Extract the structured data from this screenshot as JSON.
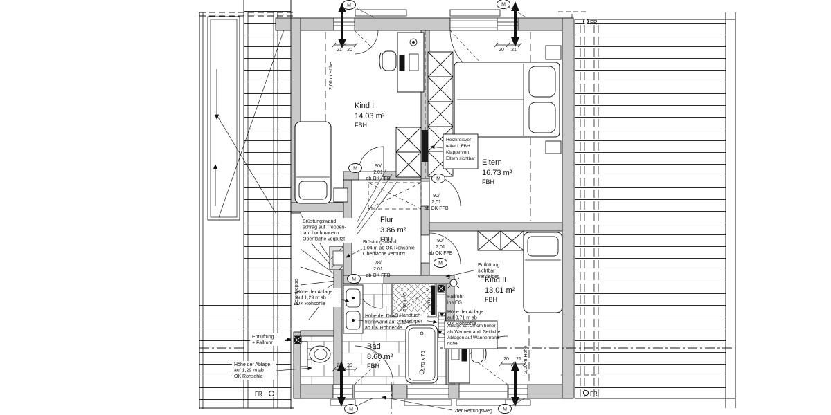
{
  "plan": {
    "rooms": {
      "kind1": {
        "name": "Kind I",
        "area": "14.03 m²",
        "heat": "FBH"
      },
      "eltern": {
        "name": "Eltern",
        "area": "16.73 m²",
        "heat": "FBH"
      },
      "flur": {
        "name": "Flur",
        "area": "3.86 m²",
        "heat": "FBH"
      },
      "kind2": {
        "name": "Kind II",
        "area": "13.01 m²",
        "heat": "FBH"
      },
      "bad": {
        "name": "Bad",
        "area": "8.60 m²",
        "heat": "FBH"
      }
    },
    "doors": {
      "d90": [
        "90/",
        "2,01",
        "ab OK FFB"
      ],
      "d78": [
        "78/",
        "2,01",
        "ab OK FFB"
      ]
    },
    "annotations": {
      "bruestung_treppe": [
        "Brüstungswand",
        "schräg auf Treppen-",
        "lauf hochmauern",
        "Oberfläche verputzt"
      ],
      "bruestung_rohsohle": [
        "Brüstungswand",
        "1,04 m ab OK Rohsohle",
        "Oberfläche verputzt"
      ],
      "betontreppe": "-Betontreppe-",
      "ablage_129": [
        "Höhe der Ablage",
        "auf 1,29 m ab",
        "OK Rohsohle"
      ],
      "dusch_trennwand": [
        "Höhe der Dusch-",
        "trennwand auf 2,12 m",
        "ab OK Rohdecke"
      ],
      "entlueftung_fallrohr": [
        "Entlüftung",
        "+ Fallrohr"
      ],
      "heizkreisverteiler": [
        "Heizkreisver-",
        "teiler f. FBH",
        "Klappe von",
        "Eltern sichtbar"
      ],
      "entlueftung_sichtbar": [
        "Entlüftung",
        "sichtbar",
        "verkleidet"
      ],
      "fallrohr_eg": [
        "Fallrohr",
        "ins EG"
      ],
      "ablage_071": [
        "Höhe der Ablage",
        "auf 0,71 m ab",
        "OK Rohsohle"
      ],
      "ablage_wannenrand": [
        "Ablage ca. 20 cm höher",
        "als Wannenrand. Seitliche",
        "Ablagen auf Wannenrand-",
        "höhe"
      ],
      "handtuchheizkoerper": [
        "Handtuch-",
        "heizkörper"
      ],
      "rettungsweg": "2ter Rettungsweg",
      "hoehe_2m": "2,00 m Höhe"
    },
    "dims": {
      "w2120": [
        "21",
        "20"
      ],
      "w2021": [
        "20",
        "21"
      ]
    },
    "fixtures": {
      "shower_size": "100 x 90",
      "shower_drain": "Rinne",
      "tub_size": "170 x 75"
    },
    "markers": {
      "m": "M",
      "fr": "FR"
    },
    "colors": {
      "wall": "#c9c9c9",
      "line": "#1a1a1a",
      "tile": "#b3b3b3"
    }
  }
}
